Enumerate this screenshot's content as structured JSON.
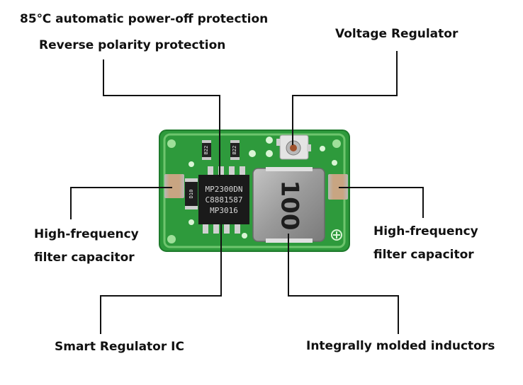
{
  "labels": {
    "thermal": "85℃ automatic power-off protection",
    "reverse": "Reverse polarity protection",
    "voltage_regulator": "Voltage Regulator",
    "cap_left_line1": "High-frequency",
    "cap_left_line2": "filter capacitor",
    "cap_right_line1": "High-frequency",
    "cap_right_line2": "filter capacitor",
    "smart_ic": "Smart Regulator IC",
    "inductor": "Integrally molded inductors"
  },
  "board": {
    "chip_marking_line1": "MP2300DN",
    "chip_marking_line2": "C8881587",
    "chip_marking_line3": "MP3016",
    "inductor_marking": "100",
    "resistor_marking_1": "B22",
    "resistor_marking_2": "B22",
    "diode_marking": "D10",
    "colors": {
      "pcb": "#2e9a3c",
      "pcb_light": "#7ed07a",
      "chip": "#1a1a1a",
      "inductor": "#9a9a9a",
      "capacitor": "#c8a582",
      "leader_line": "#111111"
    }
  }
}
